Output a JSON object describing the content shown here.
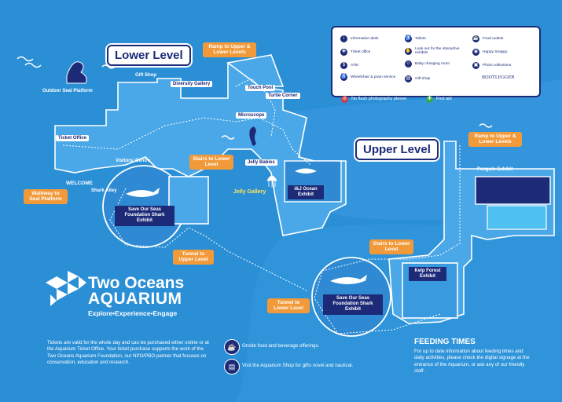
{
  "colors": {
    "bg": "#2b8fd6",
    "navy": "#1c2a78",
    "orange": "#f29a3a",
    "light": "#4aa8e8"
  },
  "lower_level": {
    "title": "Lower Level",
    "places": {
      "gift_shop": "Gift Shop",
      "outdoor_seal": "Outdoor Seal Platform",
      "diversity": "Diversity Gallery",
      "touch_pool": "Touch Pool",
      "turtle_corner": "Turtle Corner",
      "microscope": "Microscope",
      "jelly_babies": "Jelly Babies",
      "jelly_gallery": "Jelly Gallery",
      "ticket_office": "Ticket Office",
      "visitors_centre": "Visitors' Centre",
      "welcome": "WELCOME",
      "shark_alley": "Shark Alley",
      "save_seas": "Save Our Seas Foundation Shark Exhibit",
      "iej": "I&J Ocean Exhibit"
    },
    "tags": {
      "ramp": "Ramp to Upper & Lower Levels",
      "stairs": "Stairs to Lower Level",
      "walkway": "Walkway to Seal Platform",
      "tunnel": "Tunnel to Upper Level"
    }
  },
  "upper_level": {
    "title": "Upper Level",
    "places": {
      "penguin": "Penguin Exhibit",
      "kelp": "Kelp Forest Exhibit",
      "save_seas": "Save Our Seas Foundation Shark Exhibit"
    },
    "tags": {
      "ramp": "Ramp to Upper & Lower Levels",
      "stairs": "Stairs to Lower Level",
      "tunnel": "Tunnel to Lower Level"
    }
  },
  "legend": {
    "items": [
      {
        "icon": "info-icon",
        "glyph": "i",
        "label": "Information desk"
      },
      {
        "icon": "toilets-icon",
        "glyph": "♿",
        "label": "Toilets"
      },
      {
        "icon": "food-outlets-icon",
        "glyph": "☕",
        "label": "Food outlets"
      },
      {
        "icon": "ticket-icon",
        "glyph": "✚",
        "label": "Ticket office"
      },
      {
        "icon": "interactive-icon",
        "glyph": "✋",
        "label": "Look out for the interactive exhibits"
      },
      {
        "icon": "happy-snappy-icon",
        "glyph": "◉",
        "label": "Happy Snappy"
      },
      {
        "icon": "atm-icon",
        "glyph": "$",
        "label": "ATM"
      },
      {
        "icon": "baby-change-icon",
        "glyph": "☺",
        "label": "Baby changing room"
      },
      {
        "icon": "photo-collections-icon",
        "glyph": "▣",
        "label": "Photo collections"
      },
      {
        "icon": "wheelchair-icon",
        "glyph": "♿",
        "label": "Wheelchair & pram service"
      },
      {
        "icon": "gift-shop-icon",
        "glyph": "▤",
        "label": "Gift shop"
      },
      {
        "icon": "bootlegger-logo",
        "glyph": "",
        "label": "BOOTLEGGER"
      }
    ],
    "no_flash": "No flash photography please",
    "first_aid": "First aid"
  },
  "brand": {
    "line1": "Two Oceans",
    "line2": "AQUARIUM",
    "tagline": "Explore•Experience•Engage"
  },
  "footer": {
    "tickets_text": "Tickets are valid for the whole day and can be purchased either online or at the Aquarium Ticket Office. Your ticket purchase supports the work of the Two Oceans Aquarium Foundation, our NPO/PBO partner that focuses on conservation, education and research.",
    "food_text": "Onsite food and beverage offerings.",
    "shop_text": "Visit the Aquarium Shop for gifts novel and nautical.",
    "feeding_title": "FEEDING TIMES",
    "feeding_text": "For up to date information about feeding times and daily activities, please check the digital signage at the entrance of the Aquarium, or ask any of our friendly staff."
  }
}
